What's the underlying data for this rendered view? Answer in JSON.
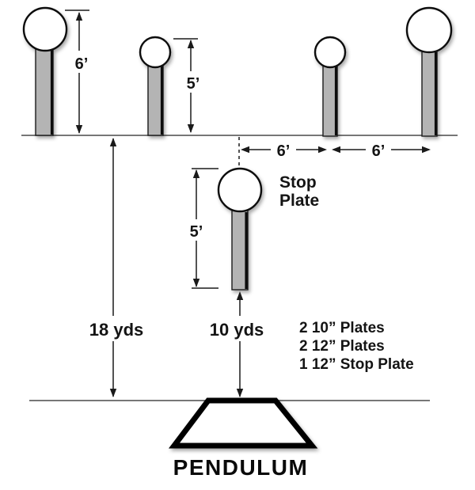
{
  "colors": {
    "background": "#ffffff",
    "ink": "#1a1a1a",
    "post_fill": "#b4b4b4",
    "plate_fill": "#ffffff",
    "box_fill": "#ffffff"
  },
  "dimensions": {
    "tall_plate_height": "6’",
    "short_plate_height": "5’",
    "stop_plate_height": "5’",
    "spacing_left": "6’",
    "spacing_right": "6’"
  },
  "distances": {
    "far_line": "18 yds",
    "near_line": "10 yds"
  },
  "stop_plate": {
    "line1": "Stop",
    "line2": "Plate"
  },
  "equipment": {
    "items": [
      "2 10” Plates",
      "2 12” Plates",
      "1 12” Stop Plate"
    ]
  },
  "shooting_box": {
    "label": "PENDULUM"
  }
}
